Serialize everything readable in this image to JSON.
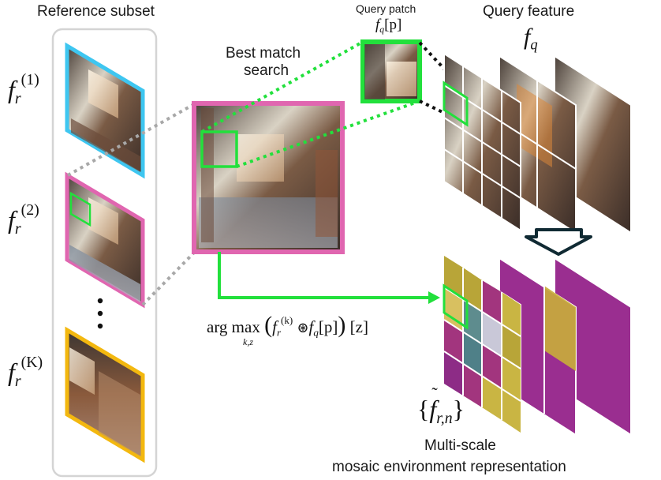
{
  "labels": {
    "reference_subset": "Reference subset",
    "best_match_line1": "Best match",
    "best_match_line2": "search",
    "query_patch": "Query patch",
    "query_feature": "Query feature",
    "mosaic_line1": "Multi-scale",
    "mosaic_line2": "mosaic environment representation"
  },
  "math": {
    "f": "f",
    "r": "r",
    "q": "q",
    "ref1_sup": "(1)",
    "ref2_sup": "(2)",
    "refK_sup": "(K)",
    "query_patch_expr": "f_q[p]",
    "query_patch_bracket": "[p]",
    "argmax_text": "arg max",
    "argmax_sub": "k,z",
    "argmax_k": "(k)",
    "argmax_tail": "[z]",
    "mosaic_sub": "r,n"
  },
  "colors": {
    "ref1": "#3ec6f0",
    "ref2": "#e066b0",
    "refK": "#f3b80f",
    "highlight": "#22e03c",
    "dotted_gray": "#a8a8a8",
    "panel_border": "#d4d4d4",
    "arrow_outline": "#102a33"
  }
}
